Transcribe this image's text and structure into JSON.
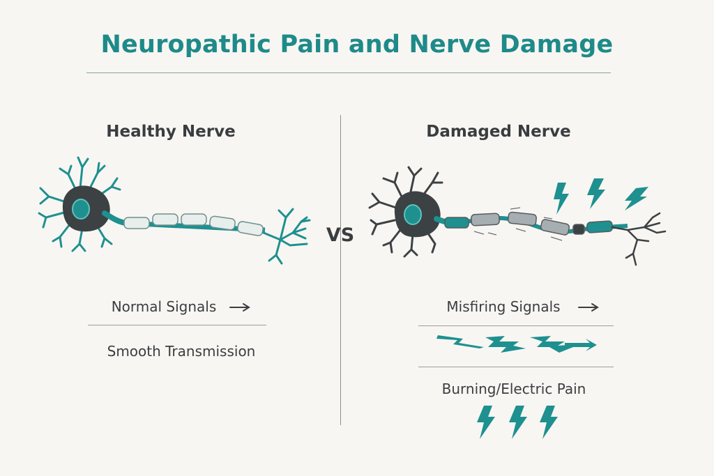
{
  "title": "Neuropathic Pain and Nerve Damage",
  "vs_label": "VS",
  "healthy": {
    "heading": "Healthy Nerve",
    "signal_label": "Normal Signals",
    "transmission_label": "Smooth Transmission"
  },
  "damaged": {
    "heading": "Damaged Nerve",
    "signal_label": "Misfiring Signals",
    "pain_label": "Burning/Electric Pain"
  },
  "colors": {
    "teal": "#1e9090",
    "dark_gray": "#3c4144",
    "myelin": "#e7eeec",
    "damaged_myelin": "#a7aeb2"
  },
  "icons": [
    "arrow-right-icon",
    "lightning-bolt-icon",
    "zigzag-signal-icon"
  ]
}
